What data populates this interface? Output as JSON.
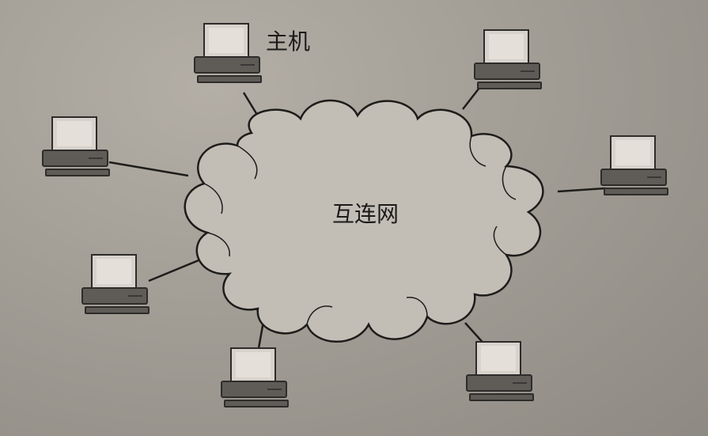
{
  "diagram": {
    "cloud_label": "互连网",
    "host_label": "主机",
    "nodes": [
      {
        "id": "host-top-left"
      },
      {
        "id": "host-top-right"
      },
      {
        "id": "host-left-upper"
      },
      {
        "id": "host-right"
      },
      {
        "id": "host-left-lower"
      },
      {
        "id": "host-bottom-left"
      },
      {
        "id": "host-bottom-right"
      }
    ]
  }
}
